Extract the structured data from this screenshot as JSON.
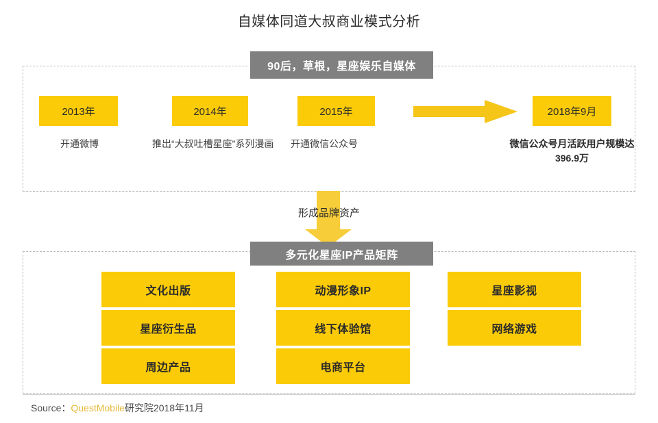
{
  "title": "自媒体同道大叔商业模式分析",
  "timeline_panel": {
    "banner": "90后，草根，星座娱乐自媒体",
    "steps": [
      {
        "chip": "2013年",
        "caption": "开通微博",
        "bold": false
      },
      {
        "chip": "2014年",
        "caption": "推出“大叔吐槽星座”系列漫画",
        "bold": false
      },
      {
        "chip": "2015年",
        "caption": "开通微信公众号",
        "bold": false
      },
      {
        "chip": "2018年9月",
        "caption": "微信公众号月活跃用户规模达396.9万",
        "bold": true
      }
    ],
    "arrow_icon": "arrow-right-icon"
  },
  "connector": {
    "label": "形成品牌资产",
    "arrow_icon": "arrow-down-icon"
  },
  "matrix_panel": {
    "banner": "多元化星座IP产品矩阵",
    "columns": [
      {
        "tiles": [
          "文化出版",
          "星座衍生品",
          "周边产品"
        ]
      },
      {
        "tiles": [
          "动漫形象IP",
          "线下体验馆",
          "电商平台"
        ]
      },
      {
        "tiles": [
          "星座影视",
          "网络游戏"
        ]
      }
    ]
  },
  "footer": {
    "source_prefix": "Source：",
    "source_brand": "QuestMobile",
    "source_suffix": "研究院2018年11月"
  },
  "colors": {
    "yellow": "#FBCB08",
    "gray_banner": "#808080",
    "arrow_yellow": "#F5C518",
    "arrow_down_yellow": "#F7CD3A",
    "brand_gold": "#E8B93B",
    "panel_border": "#b9b9b9",
    "text_dark": "#2b2b2b"
  }
}
